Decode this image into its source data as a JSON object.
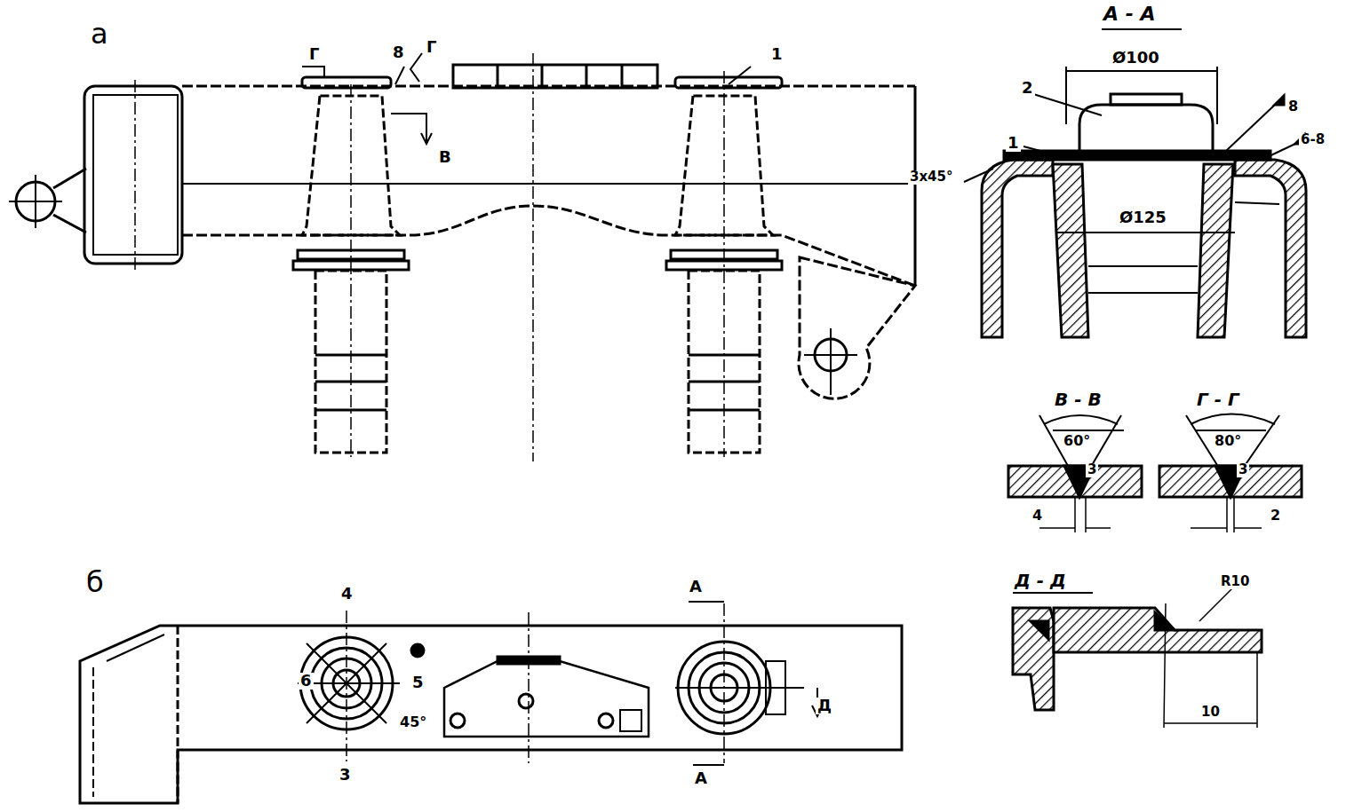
{
  "diagram": {
    "labels": [
      "а",
      "Г",
      "8",
      "Г",
      "В",
      "1",
      "А - А",
      "Ø100",
      "2",
      "8",
      "1",
      "6-8",
      "3x45°",
      "Ø125",
      "В - В",
      "Г - Г",
      "60°",
      "80°",
      "3",
      "3",
      "4",
      "2",
      "б",
      "Д - Д",
      "4",
      "6",
      "5",
      "45°",
      "3",
      "А",
      "А",
      "Д",
      "R10",
      "10"
    ]
  }
}
